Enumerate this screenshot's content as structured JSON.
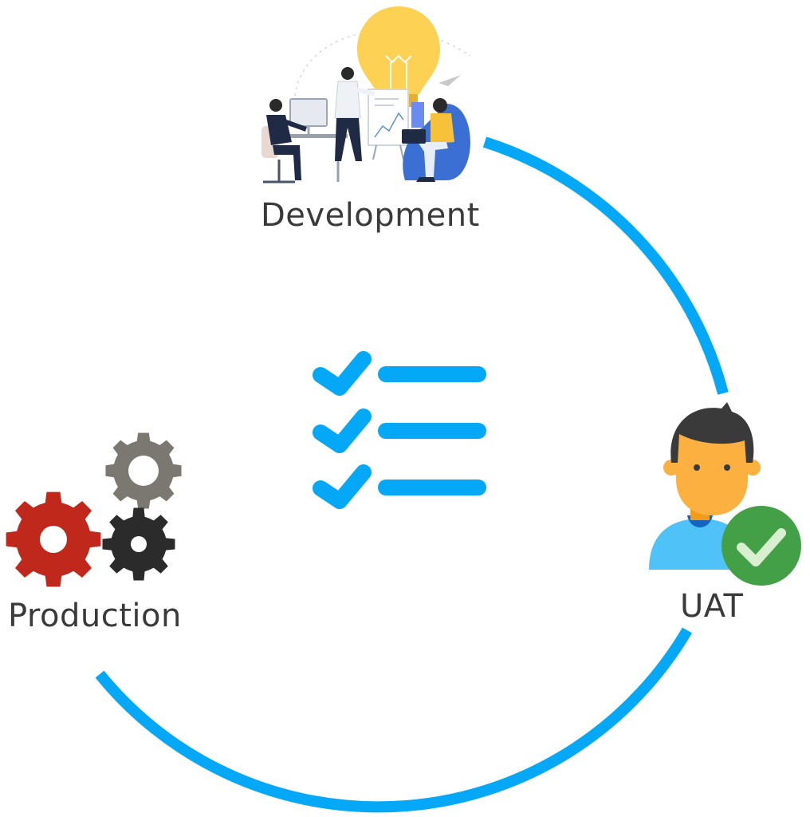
{
  "stages": {
    "development": {
      "label": "Development",
      "icon": "team-brainstorm-lightbulb-illustration"
    },
    "uat": {
      "label": "UAT",
      "icon": "user-approved-avatar-icon"
    },
    "production": {
      "label": "Production",
      "icon": "gears-icon"
    }
  },
  "center": {
    "icon": "checklist-icon",
    "items": 3
  },
  "colors": {
    "cycle_arc": "#05a8f7",
    "checklist": "#05a8f7",
    "label_text": "#3a3a3a",
    "bulb": "#fdd153",
    "check_badge": "#43a047",
    "gear_gray": "#7b7771",
    "gear_red": "#c0281b",
    "gear_black": "#2b2b2b",
    "avatar_skin": "#fbb040",
    "avatar_hair": "#3a3a3a",
    "avatar_shirt": "#4fc3f7"
  }
}
